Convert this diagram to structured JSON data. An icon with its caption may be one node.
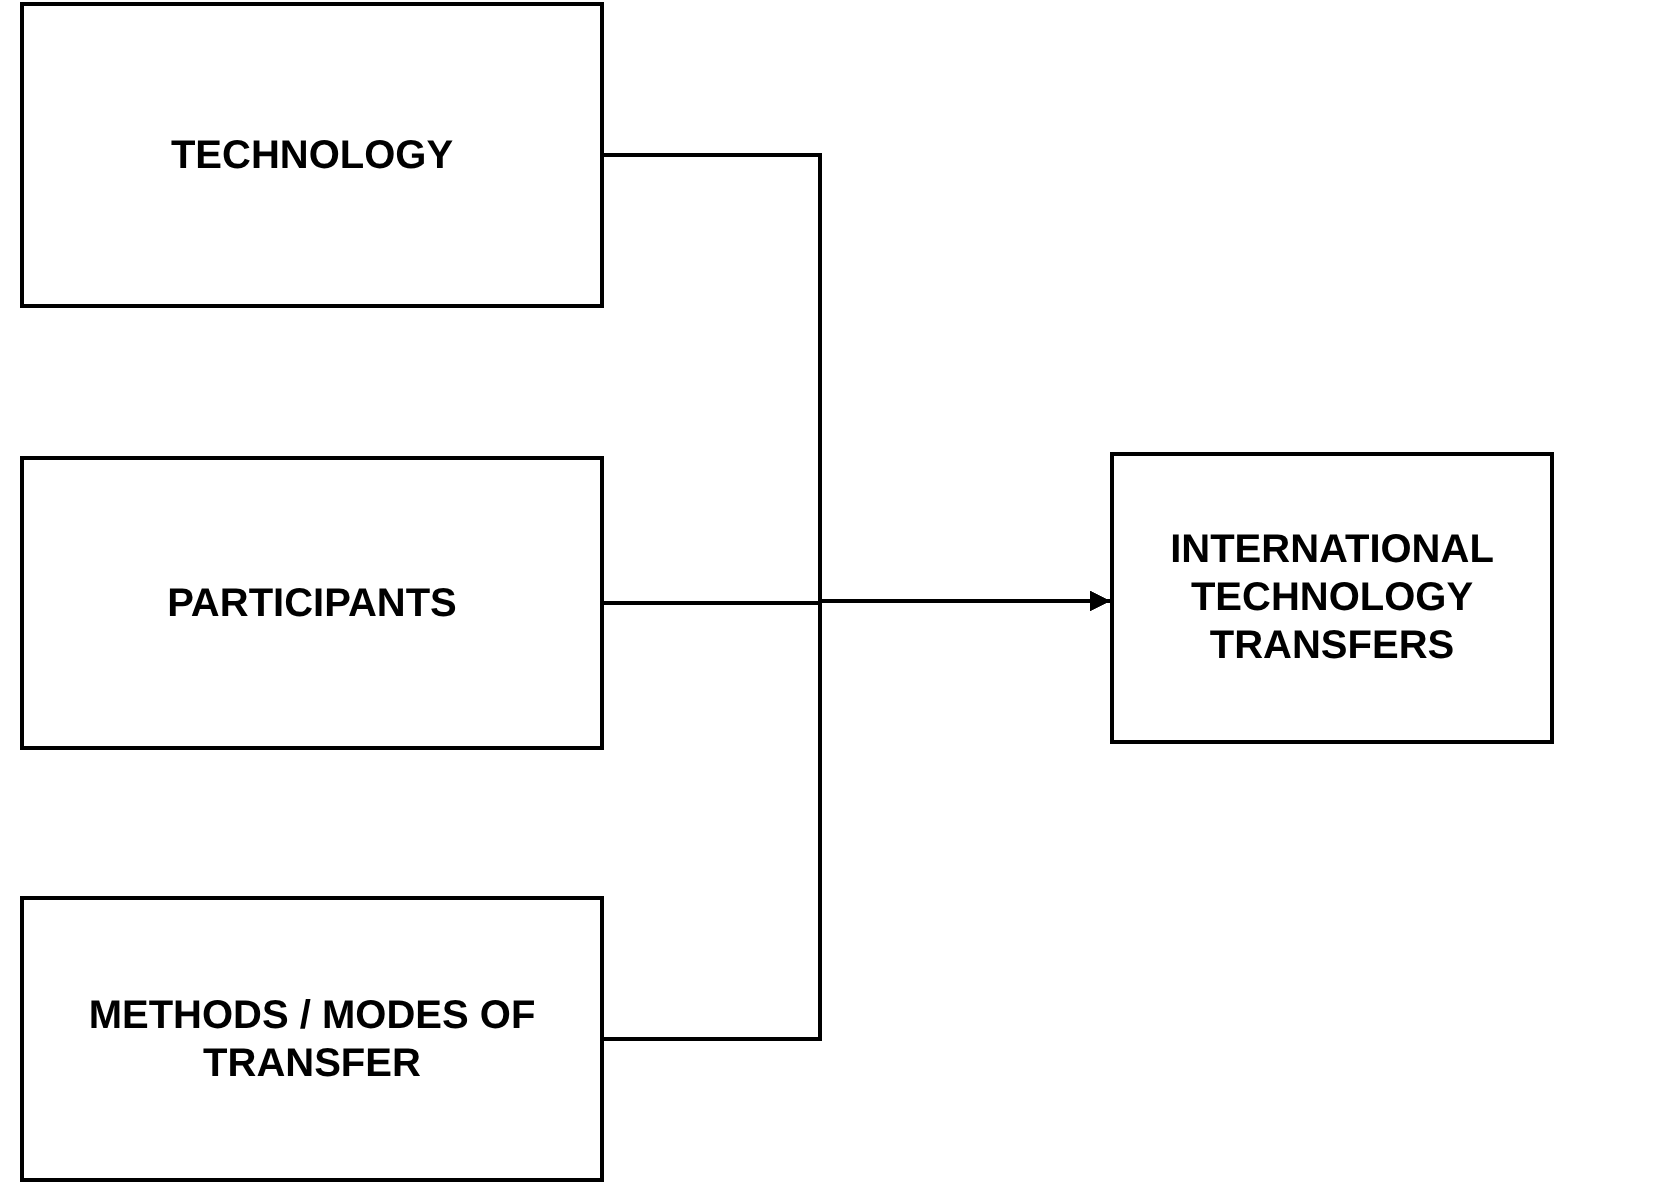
{
  "diagram": {
    "nodes": [
      {
        "text": [
          "TECHNOLOGY"
        ]
      },
      {
        "text": [
          "PARTICIPANTS"
        ]
      },
      {
        "text": [
          "METHODS / MODES OF TRANSFER"
        ]
      },
      {
        "text": [
          "INTERNATIONAL TECHNOLOGY TRANSFERS"
        ]
      }
    ],
    "edges": [
      {
        "from": 0,
        "to": 3,
        "arrow": "to"
      },
      {
        "from": 1,
        "to": 3,
        "arrow": "to"
      },
      {
        "from": 2,
        "to": 3,
        "arrow": "to"
      }
    ]
  }
}
